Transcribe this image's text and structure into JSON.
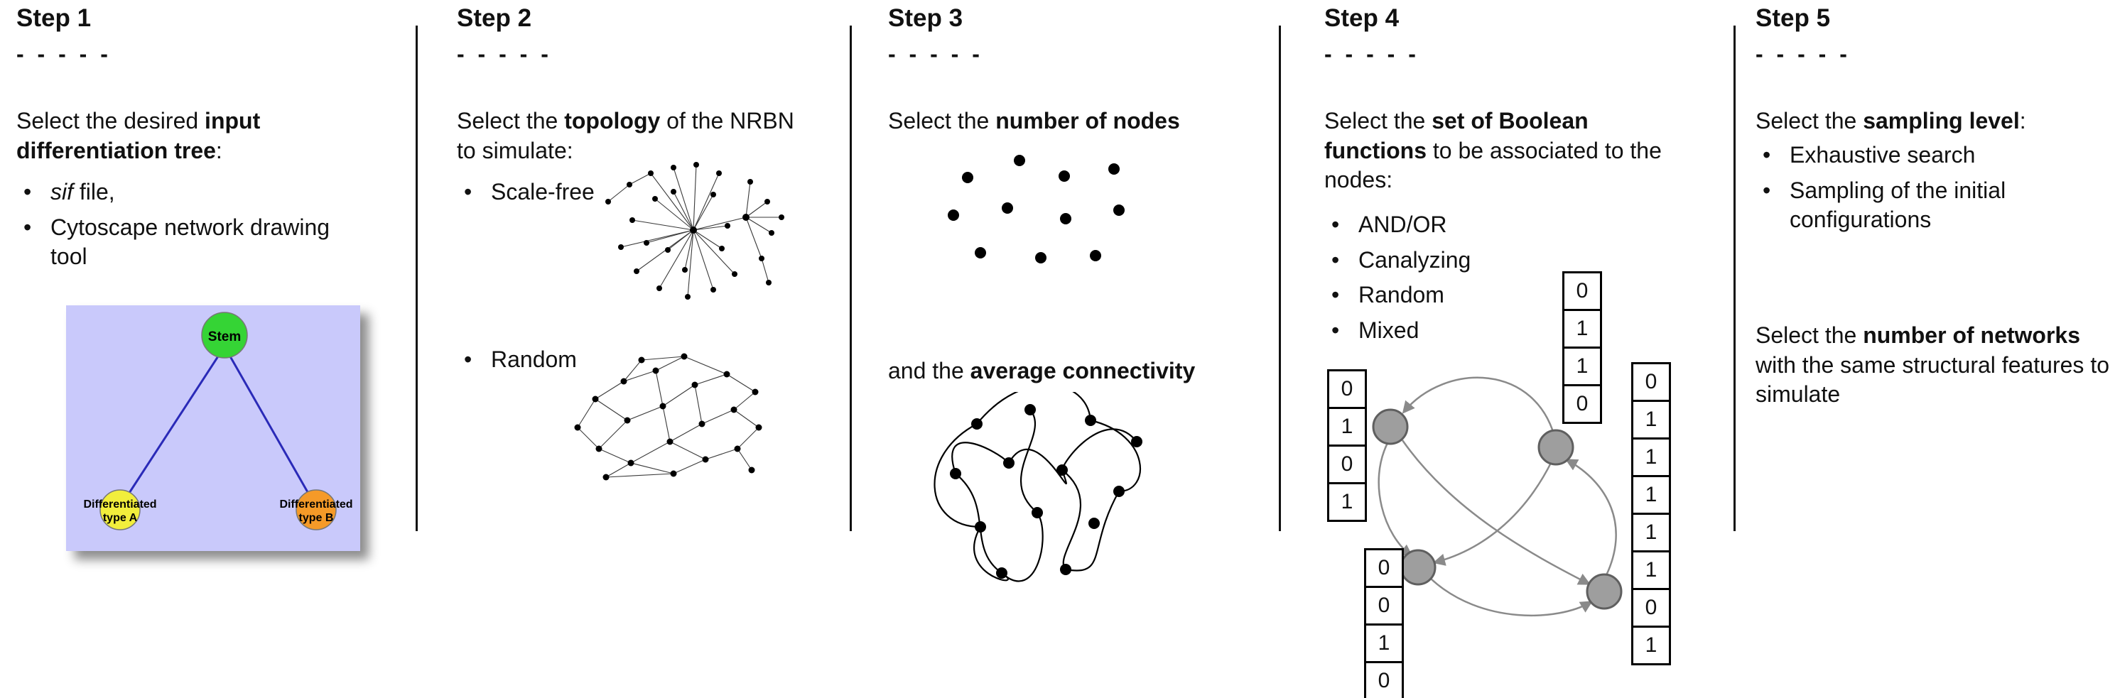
{
  "steps": [
    {
      "title": "Step 1",
      "dashes": "- - - - -",
      "intro": {
        "pre": "Select the desired ",
        "bold": "input differentiation tree",
        "post": ":"
      },
      "bullets": [
        {
          "italic": "sif",
          "rest": " file,"
        },
        {
          "text": "Cytoscape network drawing tool"
        }
      ],
      "tree": {
        "background": "#c9c9fb",
        "edge_color": "#2a2ab8",
        "nodes": [
          {
            "label": "Stem",
            "color": "#35d435"
          },
          {
            "label_line1": "Differentiated",
            "label_line2": "type A",
            "color": "#f2ee3c"
          },
          {
            "label_line1": "Differentiated",
            "label_line2": "type B",
            "color": "#f59a28"
          }
        ]
      }
    },
    {
      "title": "Step 2",
      "dashes": "- - - - -",
      "intro": {
        "pre": "Select the ",
        "bold": "topology",
        "post": " of the NRBN to simulate:"
      },
      "bullets": [
        {
          "text": "Scale-free"
        },
        {
          "text": "Random"
        }
      ]
    },
    {
      "title": "Step 3",
      "dashes": "- - - - -",
      "intro": {
        "pre": "Select the ",
        "bold": "number of nodes",
        "post": ""
      },
      "intro2": {
        "pre": "and the ",
        "bold": "average connectivity",
        "post": ""
      }
    },
    {
      "title": "Step 4",
      "dashes": "- - - - -",
      "intro": {
        "pre": "Select the ",
        "bold": "set of Boolean functions",
        "post": " to be associated to the nodes:"
      },
      "bullets": [
        {
          "text": "AND/OR"
        },
        {
          "text": "Canalyzing"
        },
        {
          "text": "Random"
        },
        {
          "text": "Mixed"
        }
      ],
      "graphic": {
        "node_color": "#9e9e9e",
        "node_border": "#5f5f5f",
        "edge_color": "#8a8a8a",
        "tables": [
          {
            "name": "top",
            "values": [
              "0",
              "1",
              "1",
              "0"
            ]
          },
          {
            "name": "left",
            "values": [
              "0",
              "1",
              "0",
              "1"
            ]
          },
          {
            "name": "bottom-left",
            "values": [
              "0",
              "0",
              "1",
              "0"
            ]
          },
          {
            "name": "right",
            "values": [
              "0",
              "1",
              "1",
              "1",
              "1",
              "1",
              "0",
              "1"
            ]
          }
        ]
      }
    },
    {
      "title": "Step 5",
      "dashes": "- - - - -",
      "intro": {
        "pre": "Select the ",
        "bold": "sampling level",
        "post": ":"
      },
      "bullets": [
        {
          "text": "Exhaustive search"
        },
        {
          "text": "Sampling of the initial configurations"
        }
      ],
      "paragraph": {
        "pre": "Select the ",
        "bold": "number of networks",
        "post": " with the same structural features to simulate"
      }
    }
  ]
}
